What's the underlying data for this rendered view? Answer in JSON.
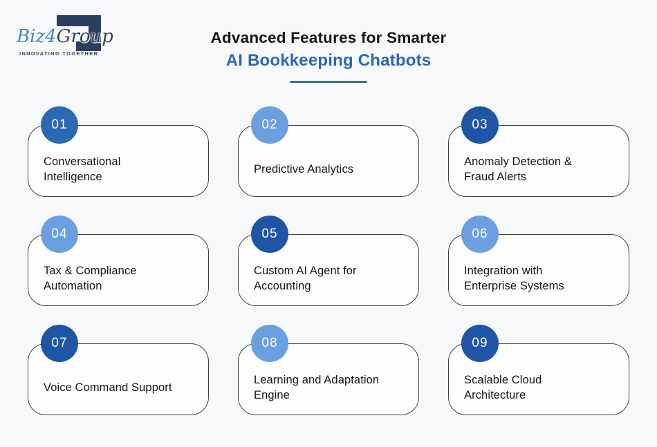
{
  "colors": {
    "page_bg": "#f7f8fa",
    "card_bg": "#fdfdfe",
    "card_border": "#3f3f3f",
    "text_dark": "#151515",
    "title_accent": "#2c67b1",
    "underline": "#3c6d9f",
    "circle_dark": "#1e55a4",
    "circle_medium": "#2b69b4",
    "circle_light": "#6ba0e0",
    "logo_blue": "#4086c6",
    "logo_dark": "#32405c",
    "bracket_navy": "#2c3e5d"
  },
  "logo": {
    "brand_blue_text": "Biz",
    "brand_numeral": "4",
    "brand_dark_text": "Group",
    "tagline": "INNOVATING TOGETHER"
  },
  "header": {
    "title_line1": "Advanced Features for Smarter",
    "title_line2": "AI Bookkeeping Chatbots"
  },
  "features": [
    {
      "number": "01",
      "label": "Conversational\nIntelligence",
      "circle": "medium"
    },
    {
      "number": "02",
      "label": "Predictive Analytics",
      "circle": "light"
    },
    {
      "number": "03",
      "label": "Anomaly Detection &\nFraud Alerts",
      "circle": "dark"
    },
    {
      "number": "04",
      "label": "Tax & Compliance\nAutomation",
      "circle": "light"
    },
    {
      "number": "05",
      "label": "Custom AI Agent for\nAccounting",
      "circle": "dark"
    },
    {
      "number": "06",
      "label": "Integration with\nEnterprise Systems",
      "circle": "light"
    },
    {
      "number": "07",
      "label": "Voice Command Support",
      "circle": "dark"
    },
    {
      "number": "08",
      "label": "Learning and Adaptation\nEngine",
      "circle": "light"
    },
    {
      "number": "09",
      "label": "Scalable Cloud\nArchitecture",
      "circle": "dark"
    }
  ]
}
